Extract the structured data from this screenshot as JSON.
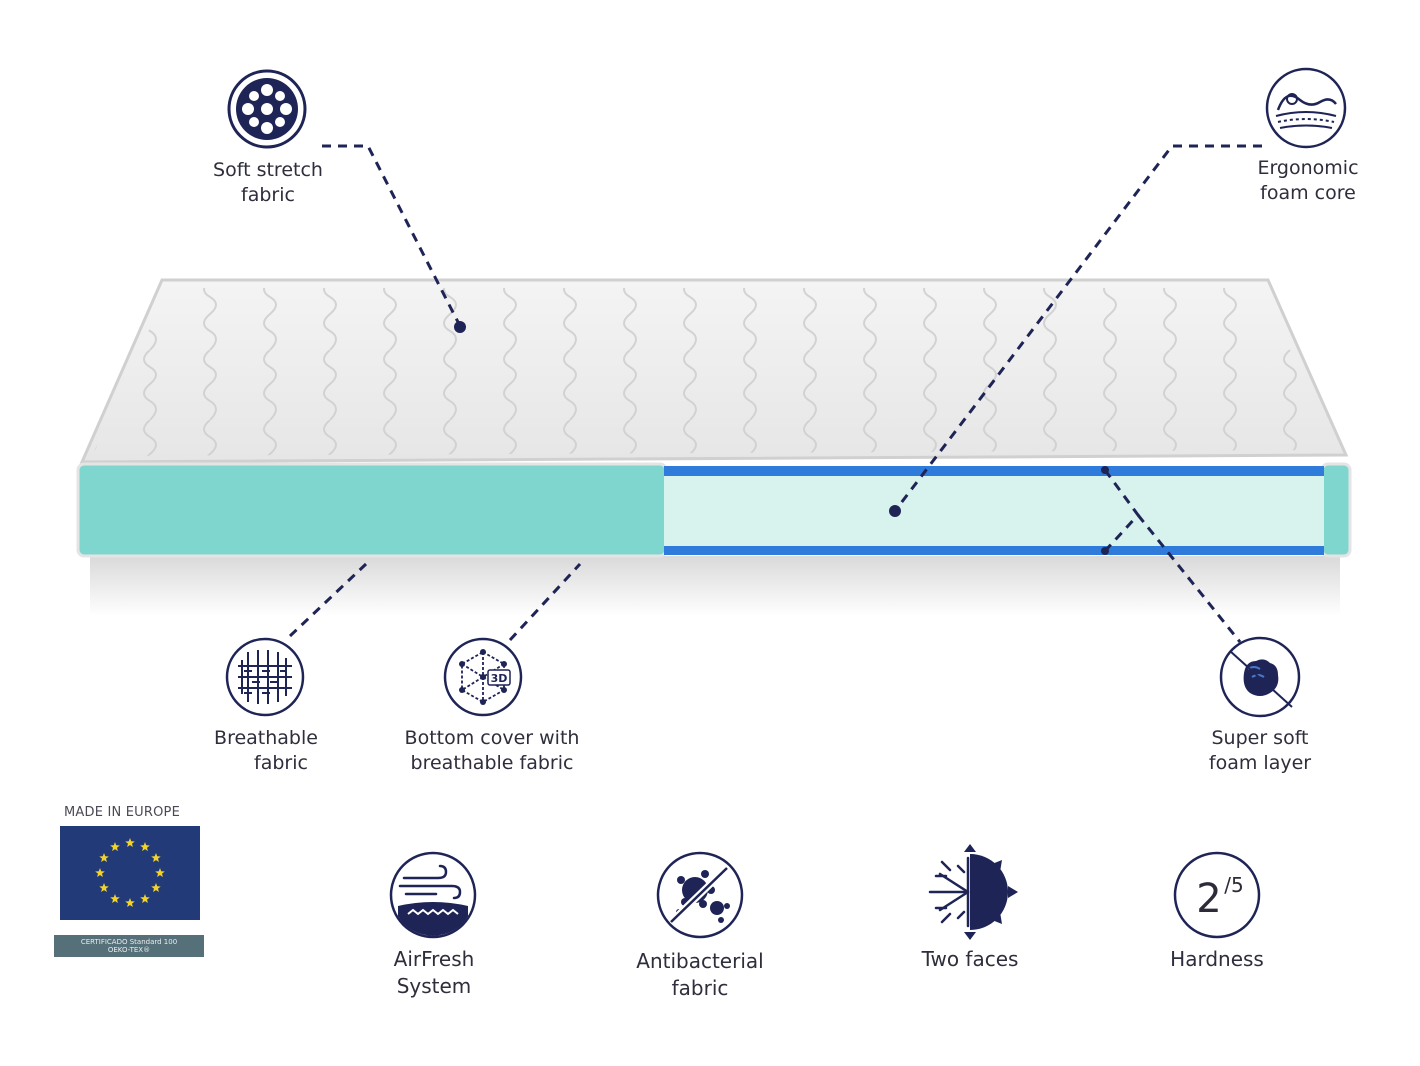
{
  "colors": {
    "navy": "#1f2456",
    "teal": "#7fd6cf",
    "foam_core": "#d8f3ee",
    "blue_layer": "#2f7bdc",
    "eu_blue": "#233a78",
    "eu_star": "#f2d32a"
  },
  "callouts": {
    "soft_stretch": {
      "line1": "Soft stretch",
      "line2": "fabric",
      "icon": "circle-dots-icon"
    },
    "ergonomic": {
      "line1": "Ergonomic",
      "line2": "foam core",
      "icon": "body-contour-icon"
    },
    "breathable": {
      "line1": "Breathable",
      "line2": "fabric",
      "icon": "weave-mesh-icon"
    },
    "bottom_cover": {
      "line1": "Bottom cover with",
      "line2": "breathable fabric",
      "icon": "3d-mesh-icon",
      "badge": "3D"
    },
    "super_soft": {
      "line1": "Super soft",
      "line2": "foam layer",
      "icon": "hand-press-icon"
    }
  },
  "features": [
    {
      "line1": "AirFresh",
      "line2": "System",
      "icon": "airflow-icon"
    },
    {
      "line1": "Antibacterial",
      "line2": "fabric",
      "icon": "bacteria-crossed-icon"
    },
    {
      "line1": "Two faces",
      "line2": "",
      "icon": "snow-sun-icon"
    },
    {
      "line1": "Hardness",
      "line2": "",
      "icon": "hardness-rating-icon",
      "value": "2",
      "scale": "/5"
    }
  ],
  "eu_badge": {
    "made_in": "MADE IN EUROPE",
    "cert_line1": "CERTIFICADO Standard 100",
    "cert_line2": "OEKO-TEX®"
  }
}
